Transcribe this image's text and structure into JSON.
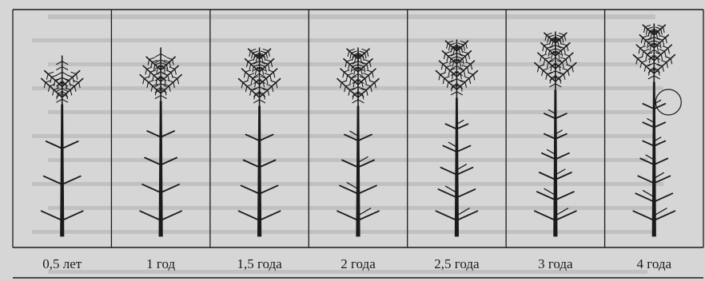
{
  "figure": {
    "stages": [
      {
        "age_label": "0,5 лет",
        "branch_whorls": 3,
        "crown_tiers": 1
      },
      {
        "age_label": "1 год",
        "branch_whorls": 4,
        "crown_tiers": 2
      },
      {
        "age_label": "1,5 года",
        "branch_whorls": 4,
        "crown_tiers": 3
      },
      {
        "age_label": "2 года",
        "branch_whorls": 4,
        "crown_tiers": 3
      },
      {
        "age_label": "2,5 года",
        "branch_whorls": 5,
        "crown_tiers": 3
      },
      {
        "age_label": "3 года",
        "branch_whorls": 6,
        "crown_tiers": 3
      },
      {
        "age_label": "4 года",
        "branch_whorls": 7,
        "crown_tiers": 3
      }
    ],
    "colors": {
      "paper": "#d6d6d6",
      "ink": "#1a1a1a",
      "bleed_through": "#9a9a9a"
    }
  }
}
